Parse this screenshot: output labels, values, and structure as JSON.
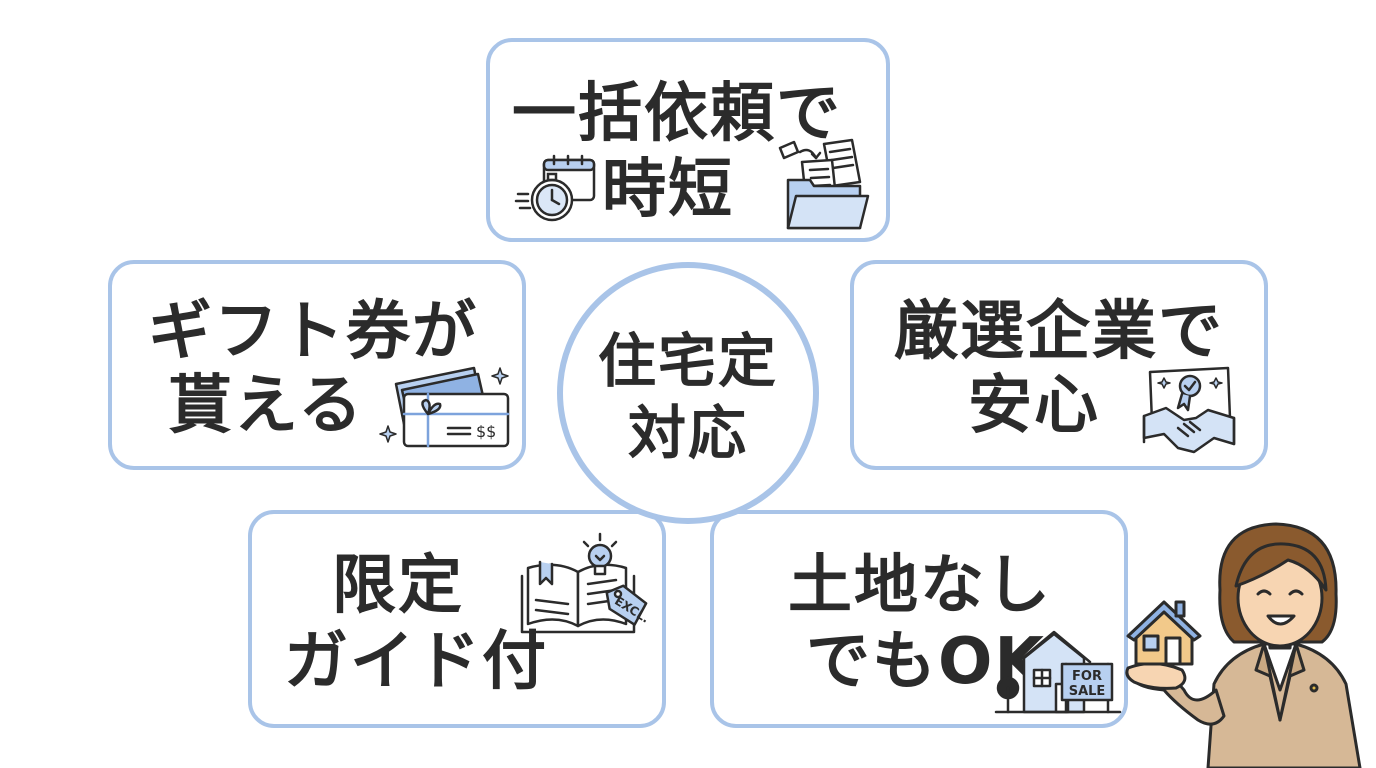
{
  "center": {
    "line1": "住宅定",
    "line2": "対応"
  },
  "cards": {
    "top": {
      "line1": "一括依頼で",
      "line2": "時短"
    },
    "left": {
      "line1": "ギフト券が",
      "line2": "貰える"
    },
    "right": {
      "line1": "厳選企業で",
      "line2": "安心"
    },
    "bottom_left": {
      "line1": "限定",
      "line2": "ガイド付"
    },
    "bottom_right": {
      "line1": "土地なし",
      "line2": "でもOK"
    }
  },
  "icons": {
    "top_left": "stopwatch-calendar-icon",
    "top_right": "folder-documents-icon",
    "left": "gift-card-cash-icon",
    "right": "certificate-handshake-icon",
    "bottom_left": "book-lightbulb-excl-tag-icon",
    "bottom_right": "house-for-sale-sign-icon",
    "person": "real-estate-agent-illustration"
  },
  "labels": {
    "gift_card_amount": "$$",
    "tag_text": "EXCL.",
    "sign_line1": "FOR",
    "sign_line2": "SALE"
  },
  "colors": {
    "accent": "#a9c4e8",
    "text": "#2b2b2b",
    "icon_fill": "#b8d0f0"
  }
}
